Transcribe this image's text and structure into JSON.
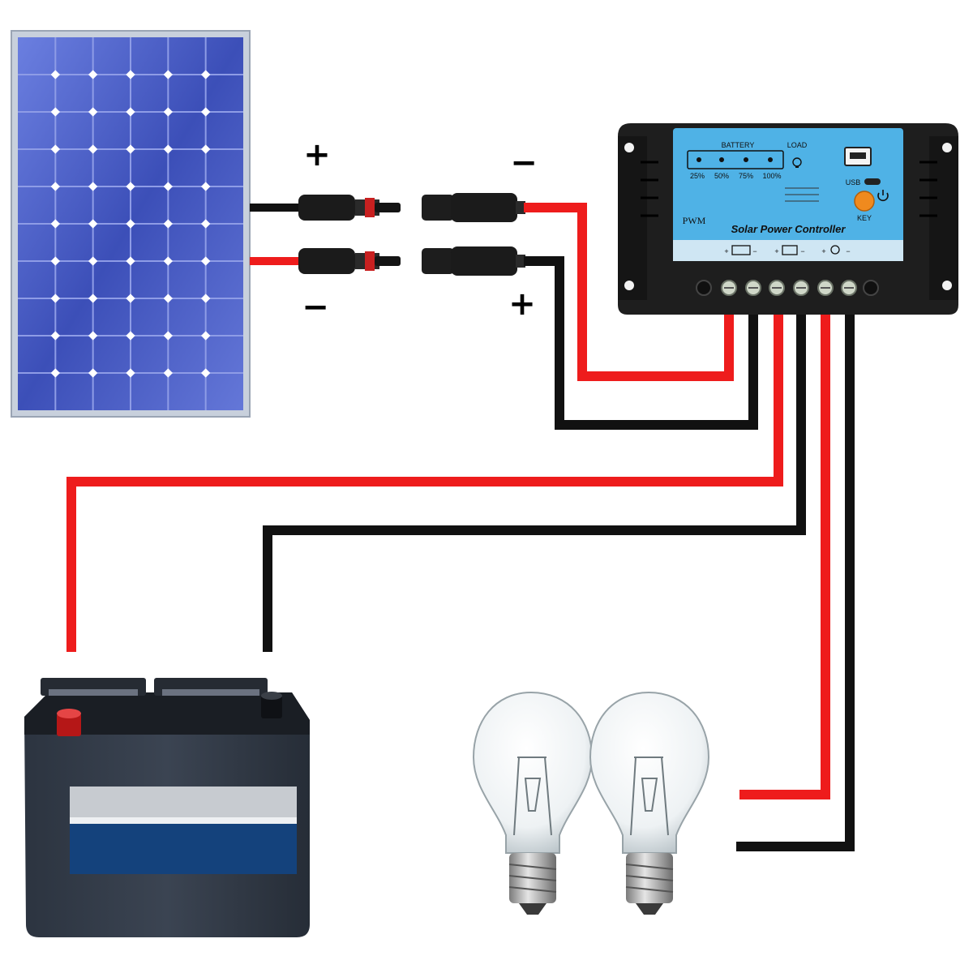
{
  "panel_wire_labels": {
    "top_plus": "+",
    "bottom_minus": "−",
    "right_top_minus": "−",
    "right_bottom_plus": "+"
  },
  "controller": {
    "battery_label": "BATTERY",
    "load_label": "LOAD",
    "levels": [
      "25%",
      "50%",
      "75%",
      "100%"
    ],
    "usb_label": "USB",
    "key_label": "KEY",
    "pwm_label": "PWM",
    "title": "Solar Power Controller",
    "terminal_signs": [
      "+",
      "−",
      "+",
      "−",
      "+",
      "−"
    ]
  },
  "colors": {
    "positive_wire": "#ee1c1c",
    "negative_wire": "#111111",
    "controller_face": "#4fb2e6",
    "panel_cell": "#3f52b8"
  }
}
